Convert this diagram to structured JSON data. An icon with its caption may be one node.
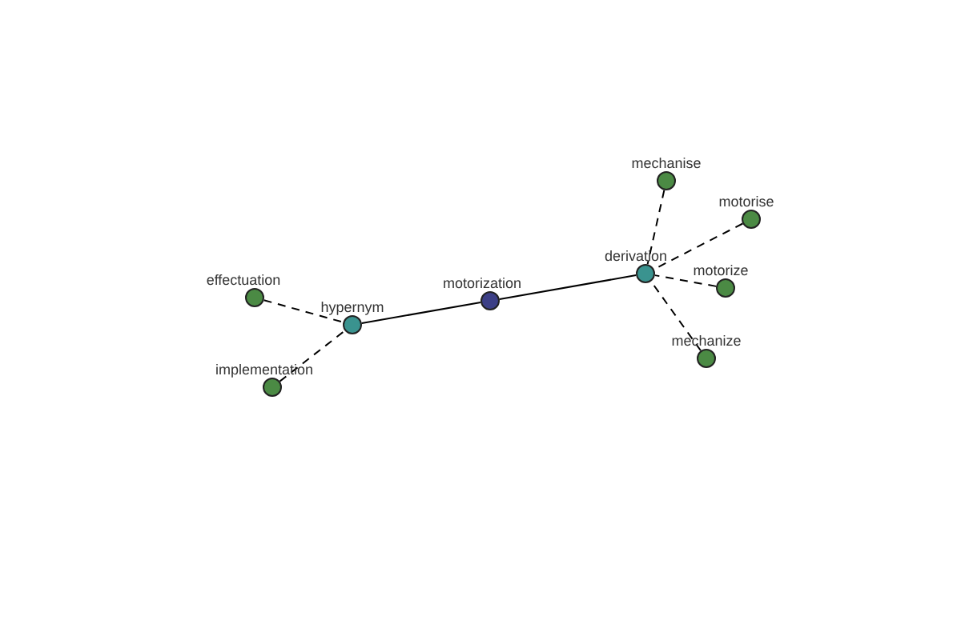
{
  "diagram": {
    "nodes": [
      {
        "text": [
          "motorization"
        ]
      },
      {
        "text": [
          "hypernym"
        ]
      },
      {
        "text": [
          "derivation"
        ]
      },
      {
        "text": [
          "effectuation"
        ]
      },
      {
        "text": [
          "implementation"
        ]
      },
      {
        "text": [
          "mechanise"
        ]
      },
      {
        "text": [
          "motorise"
        ]
      },
      {
        "text": [
          "motorize"
        ]
      },
      {
        "text": [
          "mechanize"
        ]
      }
    ],
    "edges": [
      {
        "from": 1,
        "to": 0,
        "arrow": "none"
      },
      {
        "from": 0,
        "to": 2,
        "arrow": "none"
      },
      {
        "from": 3,
        "to": 1,
        "arrow": "none",
        "style": "dashed"
      },
      {
        "from": 4,
        "to": 1,
        "arrow": "none",
        "style": "dashed"
      },
      {
        "from": 5,
        "to": 2,
        "arrow": "none",
        "style": "dashed"
      },
      {
        "from": 6,
        "to": 2,
        "arrow": "none",
        "style": "dashed"
      },
      {
        "from": 7,
        "to": 2,
        "arrow": "none",
        "style": "dashed"
      },
      {
        "from": 8,
        "to": 2,
        "arrow": "none",
        "style": "dashed"
      }
    ]
  }
}
